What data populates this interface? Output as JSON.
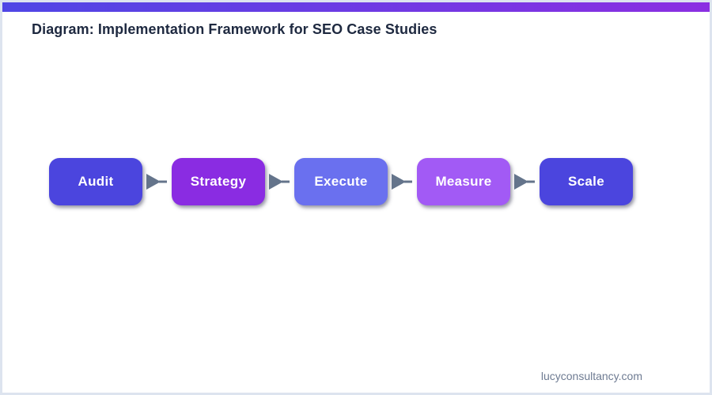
{
  "page": {
    "title": "Diagram: Implementation Framework for SEO Case Studies",
    "footer": "lucyconsultancy.com"
  },
  "colors": {
    "top_bar_gradient_start": "#4f46e5",
    "top_bar_gradient_end": "#8b2fe2",
    "title_text": "#1e2940",
    "footer_text": "#6e7b92",
    "arrow": "#64748b",
    "page_border": "#dde4ef",
    "step_label_text": "#ffffff"
  },
  "flow": {
    "steps": [
      {
        "label": "Audit",
        "color": "#4b45de"
      },
      {
        "label": "Strategy",
        "color": "#8a2ce2"
      },
      {
        "label": "Execute",
        "color": "#6a70ef"
      },
      {
        "label": "Measure",
        "color": "#a25af5"
      },
      {
        "label": "Scale",
        "color": "#4b45de"
      }
    ]
  }
}
